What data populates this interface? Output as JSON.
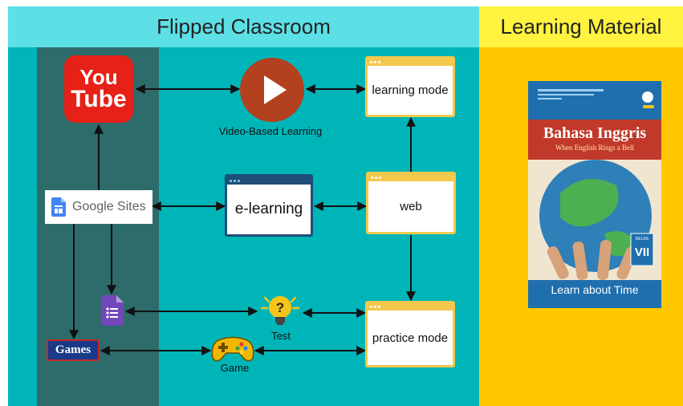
{
  "headers": {
    "flipped_classroom": "Flipped Classroom",
    "learning_material": "Learning Material"
  },
  "nodes": {
    "youtube_you": "You",
    "youtube_tube": "Tube",
    "video_caption": "Video-Based Learning",
    "learning_mode": "learning mode",
    "google_sites": "Google Sites",
    "elearning": "e-learning",
    "web": "web",
    "test_caption": "Test",
    "practice_mode": "practice mode",
    "games_logo": "Games",
    "game_caption": "Game"
  },
  "book": {
    "title": "Bahasa Inggris",
    "subtitle": "When English Rings a Bell",
    "kelas": "KELAS",
    "grade": "VII",
    "caption": "Learn about Time"
  },
  "colors": {
    "header_cyan": "#5ce0e6",
    "main_teal": "#00b5b8",
    "strip_dark": "#2e6b6b",
    "material_yellow": "#ffc800",
    "header_yellow": "#fff340",
    "youtube_red": "#e62117",
    "play_brown": "#b3401e",
    "window_border": "#f2c94c",
    "elearning_border": "#1f4e79"
  },
  "icons": [
    "youtube-logo",
    "play-icon",
    "google-sites-icon",
    "google-forms-icon",
    "lightbulb-question-icon",
    "gamepad-icon",
    "games-logo",
    "book-cover"
  ]
}
